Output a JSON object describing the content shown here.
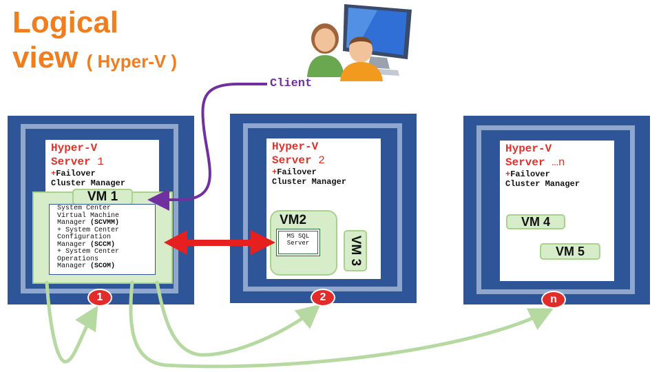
{
  "title": {
    "line1": "Logical",
    "line2": "view",
    "subtitle": "( Hyper-V )"
  },
  "client": {
    "label": "Client",
    "icon": "users-computer-icon"
  },
  "servers": [
    {
      "title": "Hyper-V",
      "server_word": "Server",
      "number": "1",
      "role_plus": "+",
      "role_line1": "Failover",
      "role_line2": "Cluster Manager",
      "badge": "1"
    },
    {
      "title": "Hyper-V",
      "server_word": "Server",
      "number": "2",
      "role_plus": "+",
      "role_line1": "Failover",
      "role_line2": "Cluster Manager",
      "badge": "2"
    },
    {
      "title": "Hyper-V",
      "server_word": "Server",
      "number": "…n",
      "role_plus": "+",
      "role_line1": "Failover",
      "role_line2": "Cluster Manager",
      "badge": "n"
    }
  ],
  "vm1": {
    "label": "VM 1",
    "lines": [
      {
        "text": "System Center",
        "bold": ""
      },
      {
        "text": "Virtual Machine",
        "bold": ""
      },
      {
        "text": "Manager ",
        "bold": "(SCVMM)"
      },
      {
        "text": "+ System Center",
        "bold": ""
      },
      {
        "text": "Configuration",
        "bold": ""
      },
      {
        "text": "Manager ",
        "bold": "(SCCM)"
      },
      {
        "text": "+ System Center",
        "bold": ""
      },
      {
        "text": "Operations",
        "bold": ""
      },
      {
        "text": "Manager ",
        "bold": "(SCOM)"
      }
    ]
  },
  "vm2": {
    "label": "VM2",
    "content_line1": "MS SQL",
    "content_line2": "Server"
  },
  "vm3": {
    "label": "VM 3"
  },
  "vm4": {
    "label": "VM 4"
  },
  "vm5": {
    "label": "VM 5"
  },
  "colors": {
    "title": "#f07d1e",
    "server_blue": "#2e5597",
    "server_ring": "#8fa7cc",
    "red": "#e0322b",
    "vm_green": "#d7ecc8",
    "client_purple": "#7030a0",
    "connector_green": "#b5d9a0"
  }
}
